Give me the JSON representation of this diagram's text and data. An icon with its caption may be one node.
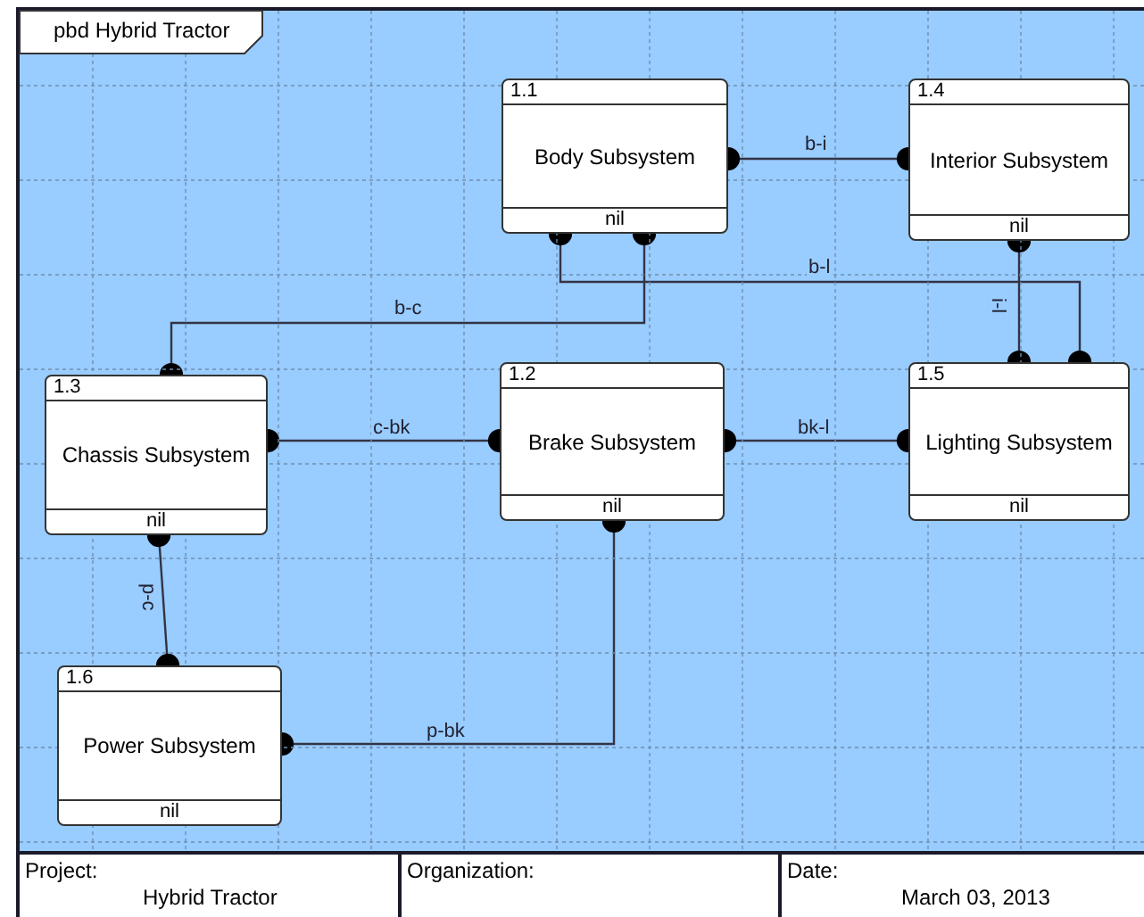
{
  "diagram": {
    "title": "pbd Hybrid Tractor",
    "nodes": [
      {
        "text": [
          "1.1",
          "Body Subsystem",
          "nil"
        ]
      },
      {
        "text": [
          "1.4",
          "Interior Subsystem",
          "nil"
        ]
      },
      {
        "text": [
          "1.3",
          "Chassis Subsystem",
          "nil"
        ]
      },
      {
        "text": [
          "1.2",
          "Brake Subsystem",
          "nil"
        ]
      },
      {
        "text": [
          "1.5",
          "Lighting Subsystem",
          "nil"
        ]
      },
      {
        "text": [
          "1.6",
          "Power Subsystem",
          "nil"
        ]
      }
    ],
    "edges": [
      {
        "from": 0,
        "to": 1,
        "arrow": "other",
        "label": "b-i"
      },
      {
        "from": 0,
        "to": 4,
        "arrow": "other",
        "label": "b-l"
      },
      {
        "from": 0,
        "to": 2,
        "arrow": "other",
        "label": "b-c"
      },
      {
        "from": 1,
        "to": 4,
        "arrow": "other",
        "label": "i-l"
      },
      {
        "from": 2,
        "to": 3,
        "arrow": "other",
        "label": "c-bk"
      },
      {
        "from": 3,
        "to": 4,
        "arrow": "other",
        "label": "bk-l"
      },
      {
        "from": 2,
        "to": 5,
        "arrow": "other",
        "label": "p-c"
      },
      {
        "from": 5,
        "to": 3,
        "arrow": "other",
        "label": "p-bk"
      }
    ],
    "labels": [
      "Project:",
      "Hybrid Tractor",
      "Organization:",
      "Date:",
      "March 03, 2013"
    ]
  }
}
